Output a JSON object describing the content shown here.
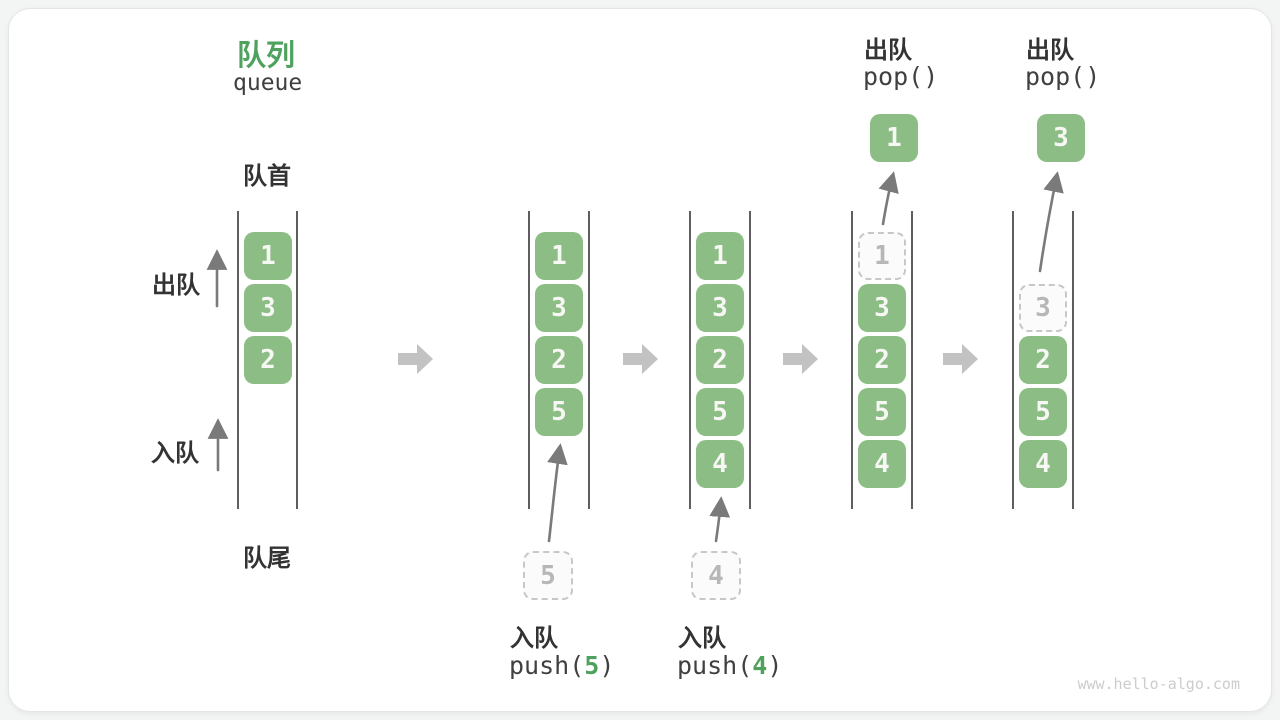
{
  "title": {
    "zh": "队列",
    "en": "queue"
  },
  "labels": {
    "front": "队首",
    "rear": "队尾",
    "side_dequeue": "出队",
    "side_enqueue": "入队"
  },
  "colors": {
    "box_green": "#8BBD84",
    "accent_green": "#4EA25E",
    "wall_gray": "#5e5e5e",
    "thin_arrow_gray": "#7a7a7a",
    "block_arrow_gray": "#c2c2c2",
    "ghost_border_gray": "#c7c7c7"
  },
  "states": [
    {
      "name": "initial",
      "boxes": [
        "1",
        "3",
        "2"
      ]
    },
    {
      "name": "after-push-5",
      "boxes": [
        "1",
        "3",
        "2",
        "5"
      ]
    },
    {
      "name": "after-push-4",
      "boxes": [
        "1",
        "3",
        "2",
        "5",
        "4"
      ]
    },
    {
      "name": "after-pop-1",
      "ghost": "1",
      "boxes": [
        "3",
        "2",
        "5",
        "4"
      ]
    },
    {
      "name": "after-pop-3",
      "ghost": "3",
      "boxes": [
        "2",
        "5",
        "4"
      ]
    }
  ],
  "operations": {
    "push5": {
      "label": "入队",
      "fn": "push(",
      "arg": "5",
      "close": ")",
      "ghost": "5"
    },
    "push4": {
      "label": "入队",
      "fn": "push(",
      "arg": "4",
      "close": ")",
      "ghost": "4"
    },
    "pop1": {
      "label": "出队",
      "code": "pop()",
      "value": "1"
    },
    "pop2": {
      "label": "出队",
      "code": "pop()",
      "value": "3"
    }
  },
  "watermark": "www.hello-algo.com"
}
